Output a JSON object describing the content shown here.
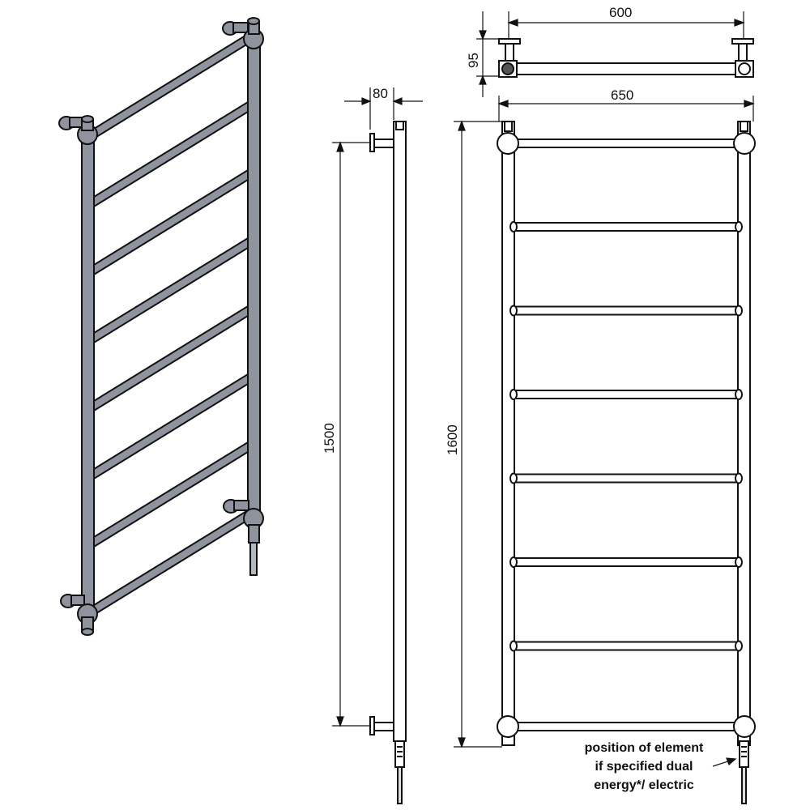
{
  "dimensions": {
    "top_width": "600",
    "top_depth": "95",
    "side_projection": "80",
    "overall_width": "650",
    "fixing_centres": "1500",
    "overall_height": "1600"
  },
  "note": {
    "line1": "position of element",
    "line2": "if specified dual",
    "line3": "energy*/ electric"
  },
  "colors": {
    "line": "#111111",
    "rail_fill": "#8e939e",
    "rail_fill_light": "#b4b8c1"
  },
  "rails_count": 8
}
